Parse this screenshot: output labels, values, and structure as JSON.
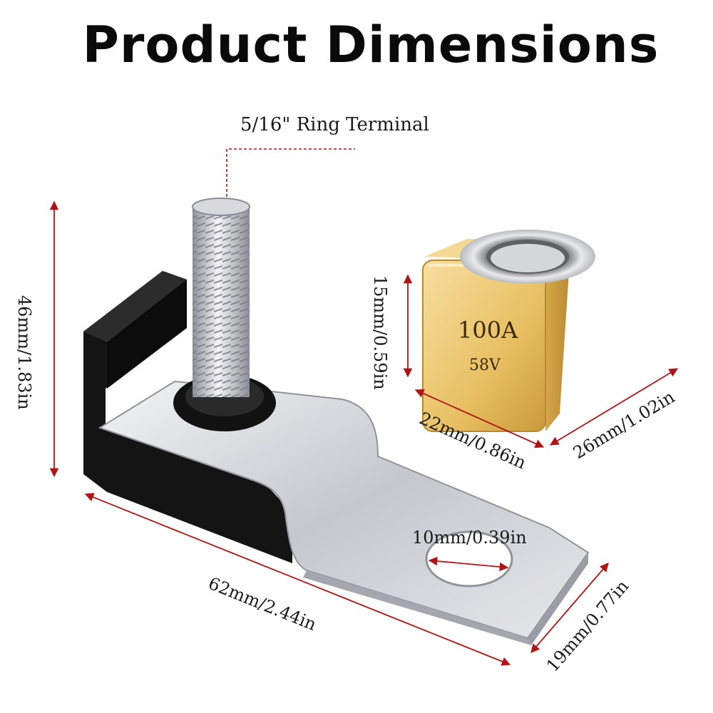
{
  "title": "Product Dimensions",
  "callout": "5/16\" Ring Terminal",
  "dimensions": {
    "height": "46mm/1.83in",
    "length": "62mm/2.44in",
    "hole": "10mm/0.39in",
    "width": "19mm/0.77in",
    "fuse_height": "15mm/0.59in",
    "fuse_width": "22mm/0.86in",
    "fuse_depth": "26mm/1.02in"
  },
  "fuse": {
    "rating": "100A",
    "voltage": "58V"
  },
  "colors": {
    "arrow": "#b01515",
    "fuse_body": "#e9c46a",
    "bracket_black": "#141414",
    "metal": "#c9cdd2"
  }
}
